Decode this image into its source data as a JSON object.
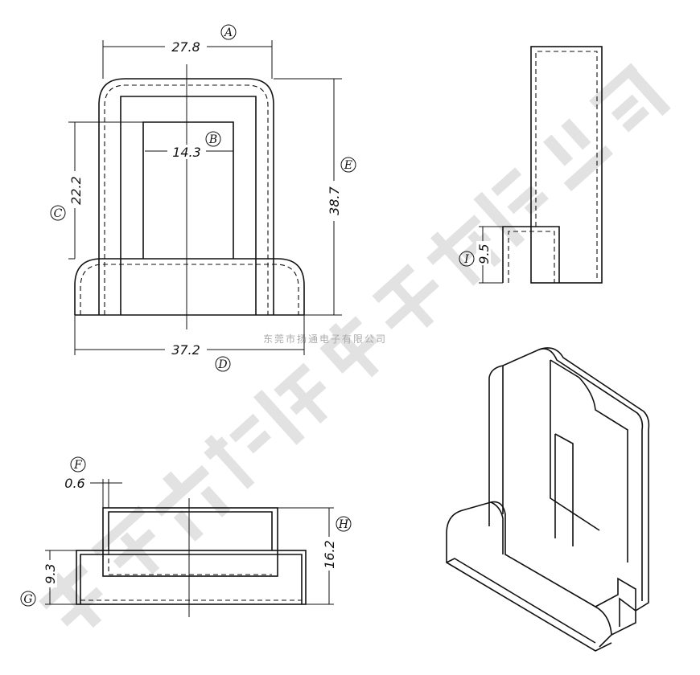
{
  "watermark": {
    "large": "东莞市扬通电子有限公司",
    "small": "东莞市扬通电子有限公司"
  },
  "dimensions": {
    "A": {
      "label": "A",
      "value": "27.8"
    },
    "B": {
      "label": "B",
      "value": "14.3"
    },
    "C": {
      "label": "C",
      "value": "22.2"
    },
    "D": {
      "label": "D",
      "value": "37.2"
    },
    "E": {
      "label": "E",
      "value": "38.7"
    },
    "F": {
      "label": "F",
      "value": "0.6"
    },
    "G": {
      "label": "G",
      "value": "9.3"
    },
    "H": {
      "label": "H",
      "value": "16.2"
    },
    "I": {
      "label": "I",
      "value": "9.5"
    }
  }
}
